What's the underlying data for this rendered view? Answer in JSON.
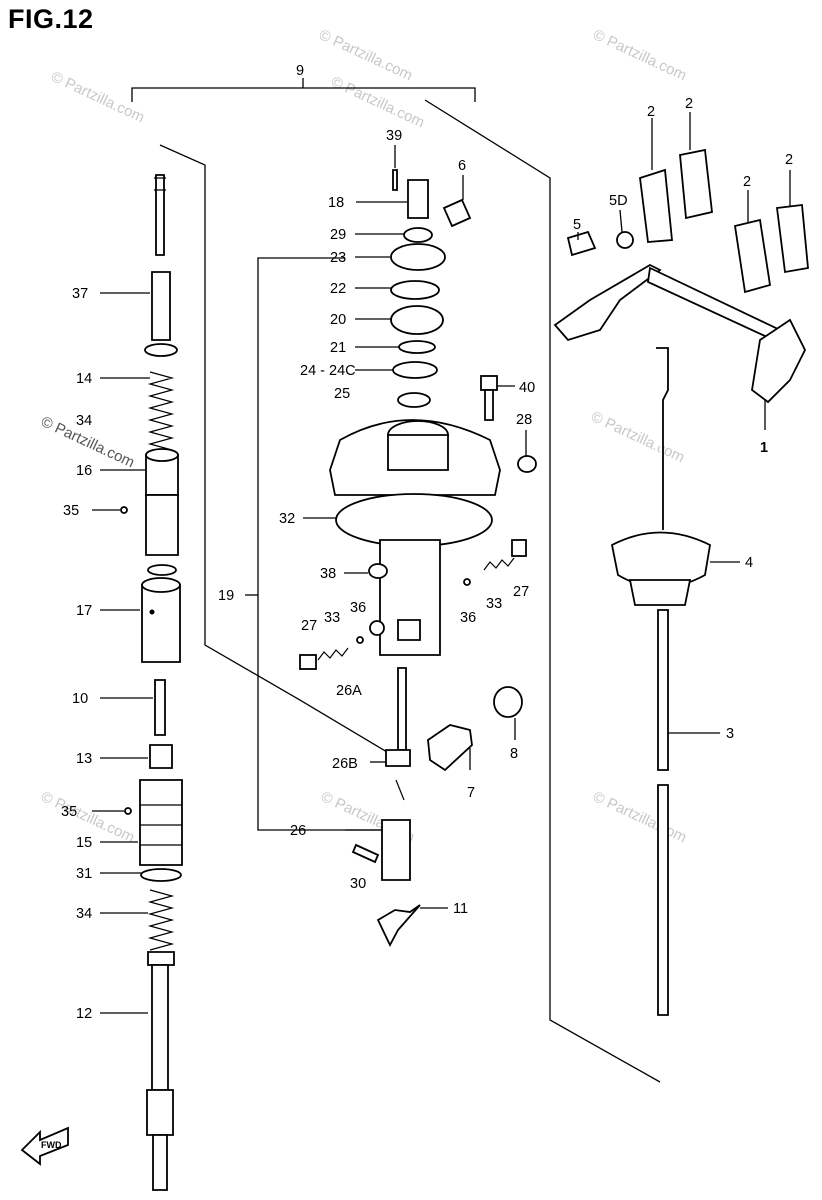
{
  "figure_title": "FIG.12",
  "watermark": "© Partzilla.com",
  "fwd_label": "FWD",
  "callouts": {
    "c1": "1",
    "c2a": "2",
    "c2b": "2",
    "c2c": "2",
    "c2d": "2",
    "c3": "3",
    "c4": "4",
    "c5": "5",
    "c5d": "5D",
    "c6": "6",
    "c7": "7",
    "c8": "8",
    "c9": "9",
    "c10": "10",
    "c11": "11",
    "c12": "12",
    "c13": "13",
    "c14": "14",
    "c15": "15",
    "c16": "16",
    "c17": "17",
    "c18": "18",
    "c19": "19",
    "c20": "20",
    "c21": "21",
    "c22": "22",
    "c23": "23",
    "c24": "24 - 24C",
    "c25": "25",
    "c26": "26",
    "c26a": "26A",
    "c26b": "26B",
    "c27a": "27",
    "c27b": "27",
    "c28": "28",
    "c29": "29",
    "c30": "30",
    "c31": "31",
    "c32": "32",
    "c33a": "33",
    "c33b": "33",
    "c34a": "34",
    "c34b": "34",
    "c35a": "35",
    "c35b": "35",
    "c36a": "36",
    "c36b": "36",
    "c37": "37",
    "c38": "38",
    "c39": "39",
    "c40": "40"
  }
}
